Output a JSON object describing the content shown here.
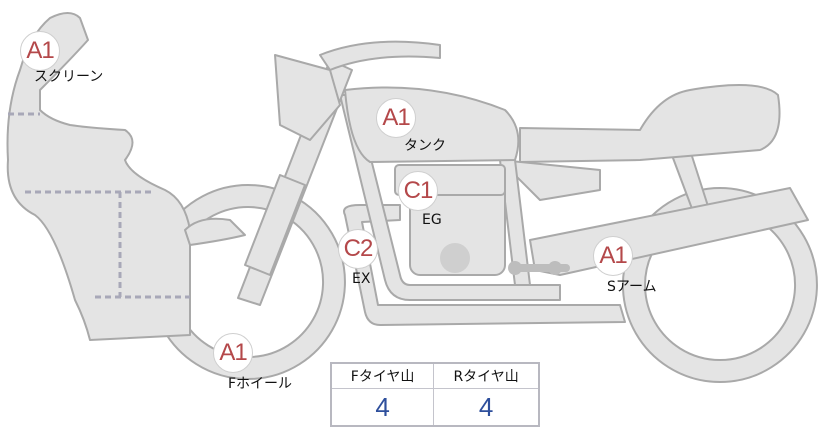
{
  "parts": [
    {
      "id": "screen",
      "grade": "A1",
      "label": "スクリーン"
    },
    {
      "id": "tank",
      "grade": "A1",
      "label": "タンク"
    },
    {
      "id": "engine",
      "grade": "C1",
      "label": "EG"
    },
    {
      "id": "exhaust",
      "grade": "C2",
      "label": "EX"
    },
    {
      "id": "swingarm",
      "grade": "A1",
      "label": "Sアーム"
    },
    {
      "id": "front_wheel",
      "grade": "A1",
      "label": "Fホイール"
    }
  ],
  "tire_table": {
    "headers": [
      "Fタイヤ山",
      "Rタイヤ山"
    ],
    "values": [
      "4",
      "4"
    ]
  },
  "colors": {
    "grade": "#b4484a",
    "value": "#2e4f9c",
    "body_fill": "#e4e4e4",
    "body_stroke": "#a9a9a9"
  }
}
